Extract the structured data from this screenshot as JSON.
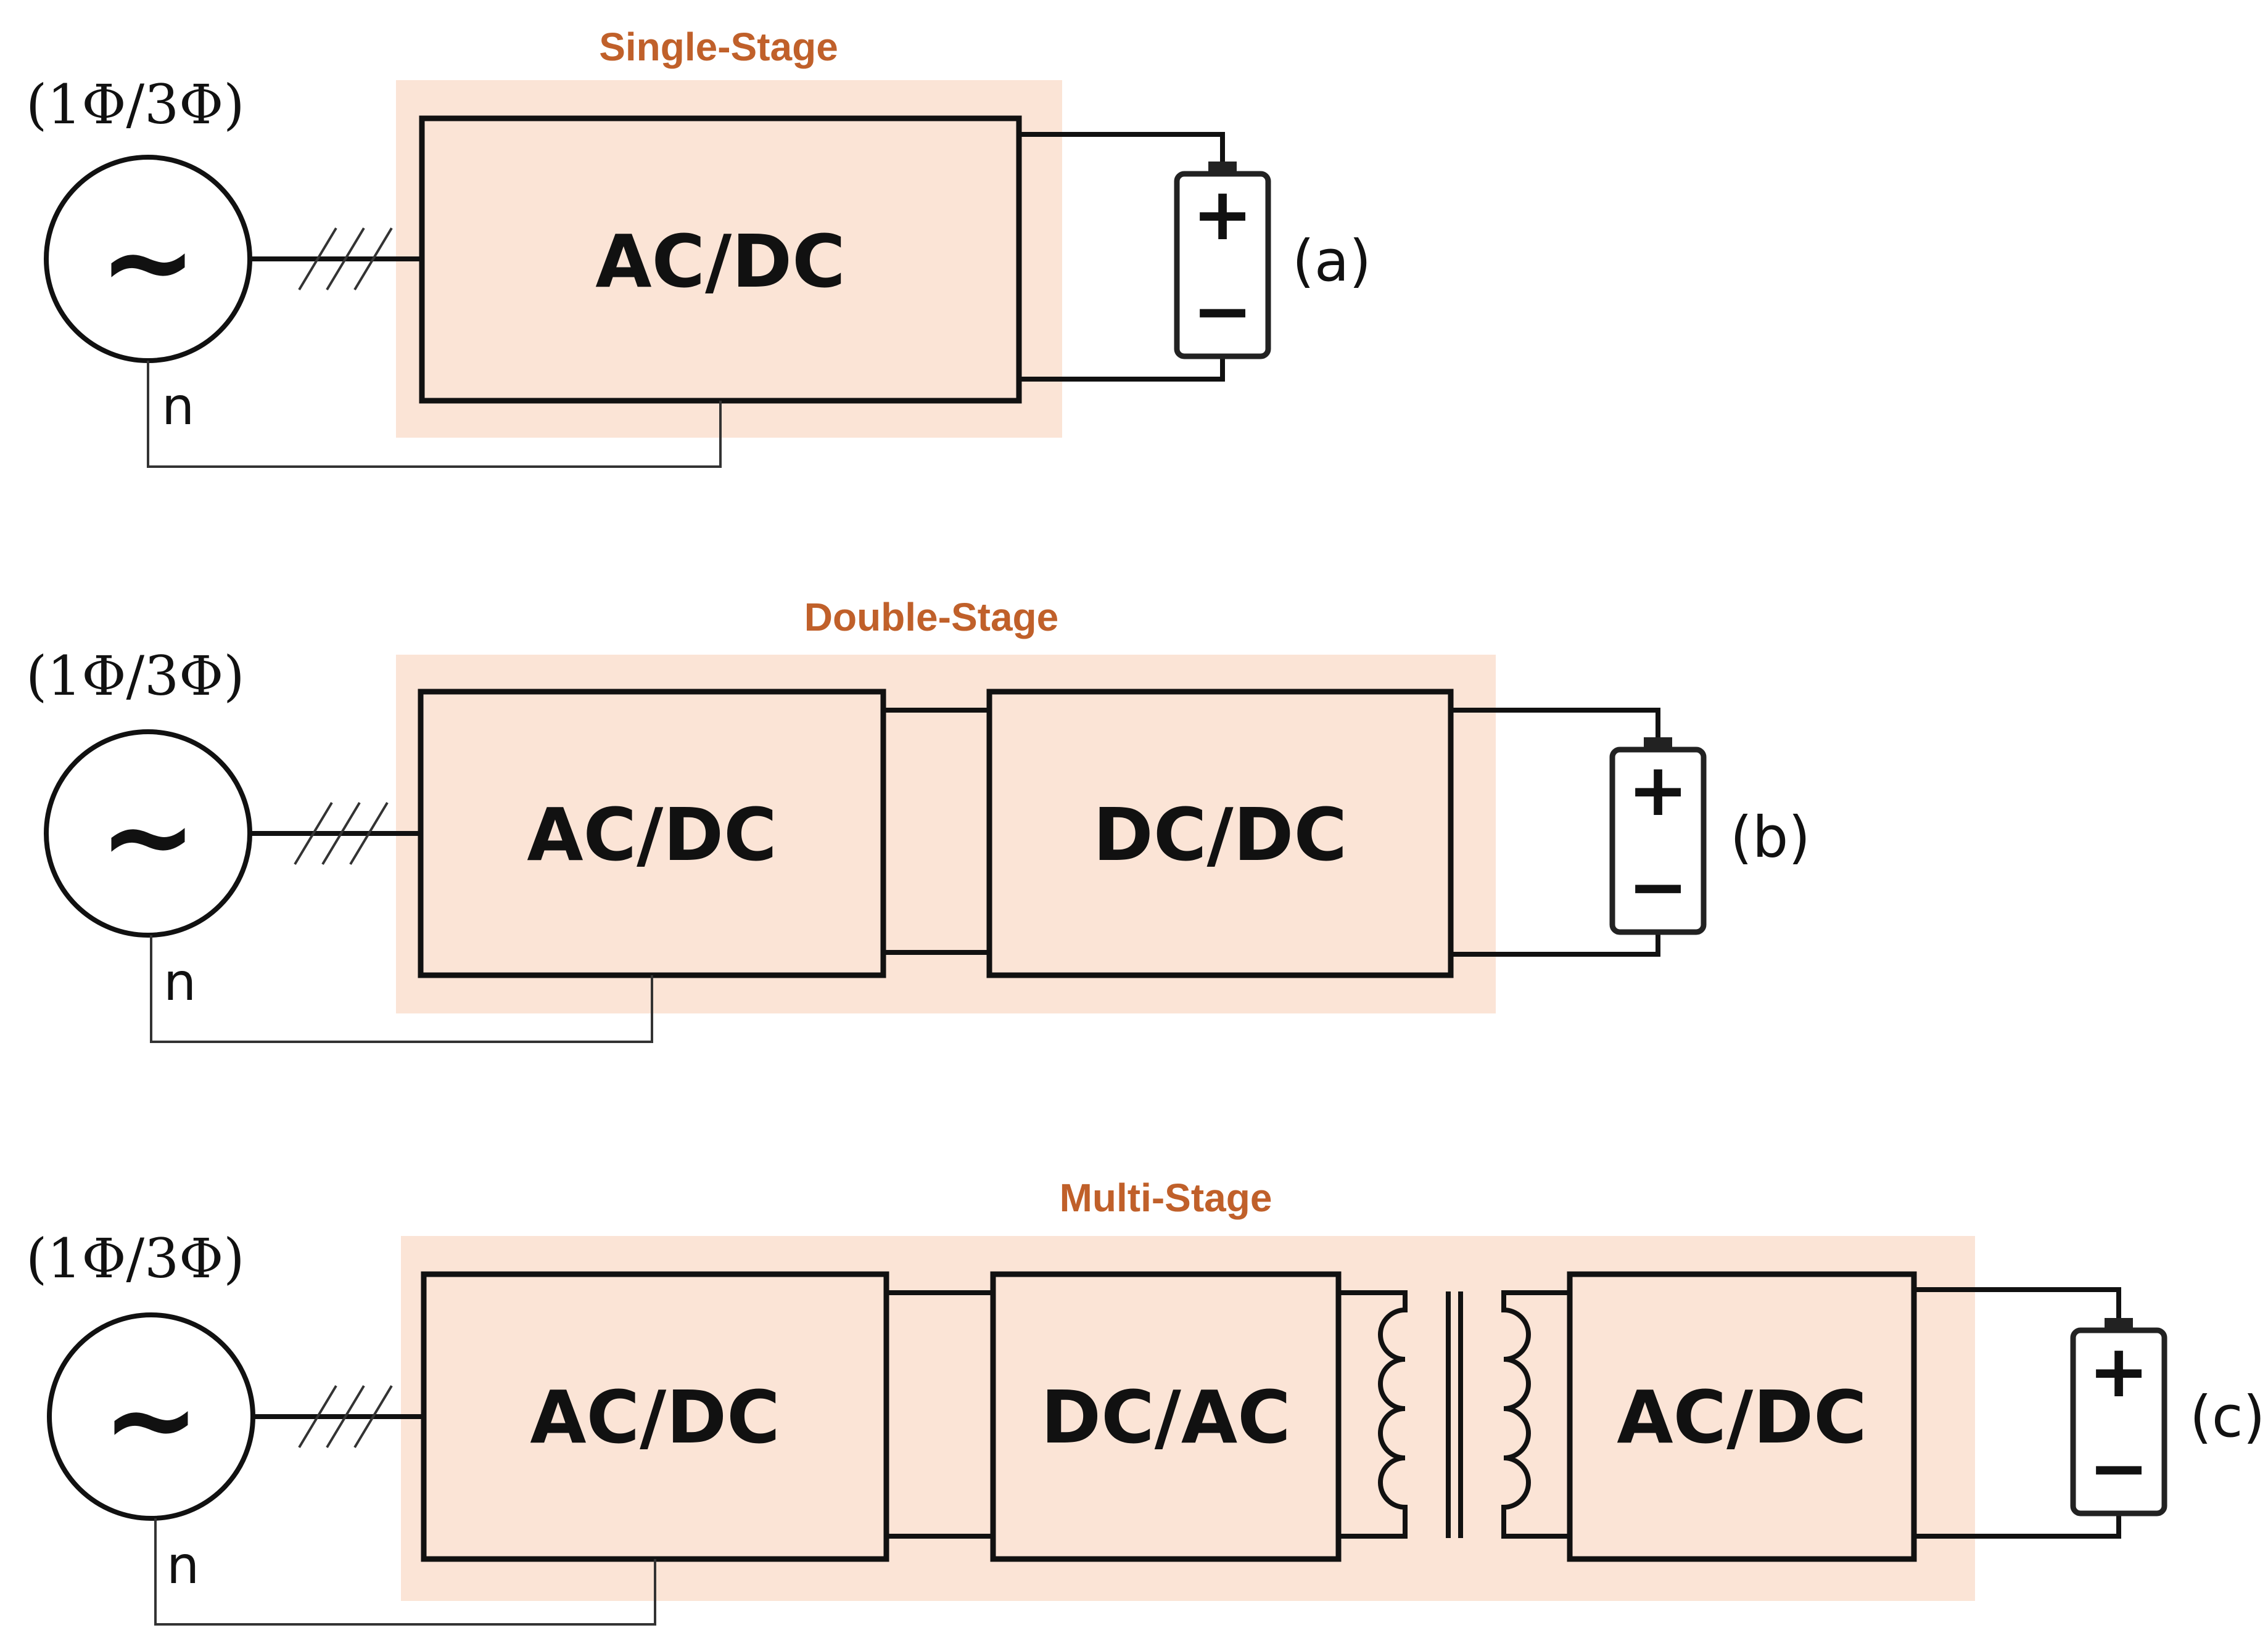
{
  "diagram": {
    "colors": {
      "panel_fill": "#fbe4d6",
      "title_color": "#c0602a",
      "line_color": "#111111"
    },
    "stages": [
      {
        "title": "Single-Stage",
        "source_label": "(1Φ/3Φ)",
        "source_symbol": "~",
        "neutral_label": "n",
        "blocks": [
          "AC/DC"
        ],
        "battery_plus": "+",
        "battery_minus": "−",
        "id": "(a)"
      },
      {
        "title": "Double-Stage",
        "source_label": "(1Φ/3Φ)",
        "source_symbol": "~",
        "neutral_label": "n",
        "blocks": [
          "AC/DC",
          "DC/DC"
        ],
        "battery_plus": "+",
        "battery_minus": "−",
        "id": "(b)"
      },
      {
        "title": "Multi-Stage",
        "source_label": "(1Φ/3Φ)",
        "source_symbol": "~",
        "neutral_label": "n",
        "blocks": [
          "AC/DC",
          "DC/AC",
          "AC/DC"
        ],
        "battery_plus": "+",
        "battery_minus": "−",
        "id": "(c)"
      }
    ]
  }
}
